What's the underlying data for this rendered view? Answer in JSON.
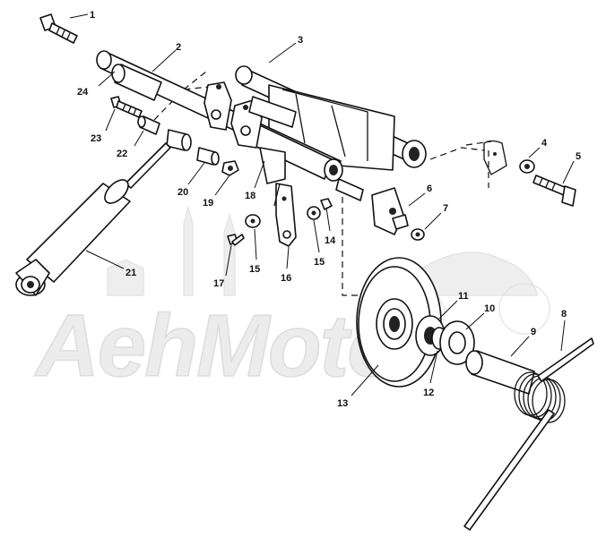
{
  "watermark": {
    "text": "AehMoto"
  },
  "callouts": [
    {
      "id": "c1",
      "label": "1"
    },
    {
      "id": "c2",
      "label": "2"
    },
    {
      "id": "c3",
      "label": "3"
    },
    {
      "id": "c4",
      "label": "4"
    },
    {
      "id": "c5",
      "label": "5"
    },
    {
      "id": "c6",
      "label": "6"
    },
    {
      "id": "c7",
      "label": "7"
    },
    {
      "id": "c8",
      "label": "8"
    },
    {
      "id": "c9",
      "label": "9"
    },
    {
      "id": "c10",
      "label": "10"
    },
    {
      "id": "c11",
      "label": "11"
    },
    {
      "id": "c12",
      "label": "12"
    },
    {
      "id": "c13",
      "label": "13"
    },
    {
      "id": "c14",
      "label": "14"
    },
    {
      "id": "c15a",
      "label": "15"
    },
    {
      "id": "c15b",
      "label": "15"
    },
    {
      "id": "c16",
      "label": "16"
    },
    {
      "id": "c17",
      "label": "17"
    },
    {
      "id": "c18",
      "label": "18"
    },
    {
      "id": "c19",
      "label": "19"
    },
    {
      "id": "c20",
      "label": "20"
    },
    {
      "id": "c21",
      "label": "21"
    },
    {
      "id": "c22",
      "label": "22"
    },
    {
      "id": "c23",
      "label": "23"
    },
    {
      "id": "c24",
      "label": "24"
    }
  ]
}
